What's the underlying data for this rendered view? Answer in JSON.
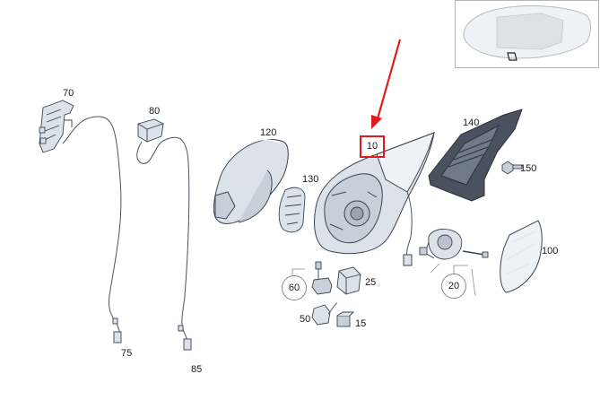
{
  "diagram": {
    "callouts": {
      "c10": "10",
      "c15": "15",
      "c20": "20",
      "c25": "25",
      "c50": "50",
      "c60": "60",
      "c70": "70",
      "c75": "75",
      "c80": "80",
      "c85": "85",
      "c100": "100",
      "c120": "120",
      "c130": "130",
      "c140": "140",
      "c150": "150"
    },
    "colors": {
      "part_fill": "#dbe2ea",
      "part_stroke": "#3b4450",
      "dark_part": "#4a5260",
      "arrow": "#e11b1b",
      "highlight": "#e11b1b",
      "leader": "#666666"
    }
  }
}
